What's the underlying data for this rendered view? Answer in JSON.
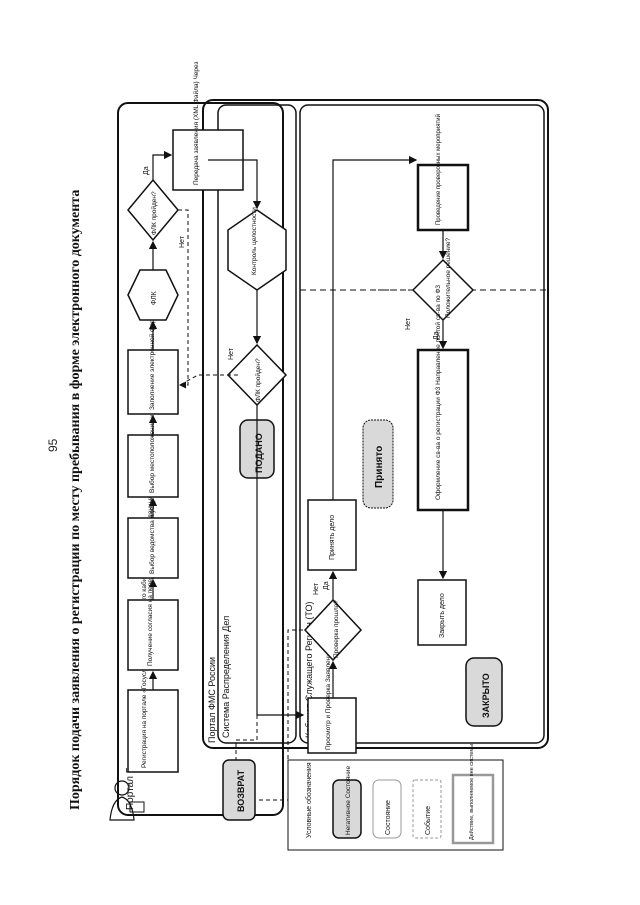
{
  "page_number": "95",
  "title": "Порядок подачи заявления о регистрации по месту пребывания в форме электронного документа",
  "lanes": {
    "gosuslugi": "Портал Госуслуг",
    "fms": "Портал ФМС России",
    "distribution": "Система Распределения Дел",
    "office": "Кабинет Служащего Регион (ТО)"
  },
  "nodes": {
    "registration": "Регистрация на портале «Госуслуги», Получение Личного кабинета, авторизация",
    "consent": "Получение согласия на передачу персональных данных",
    "choose_agency": "Выбор ведомства и услуги",
    "choose_location": "Выбор местоположения и офиса",
    "fill_form": "Заполнение электронной формы ввода",
    "flk": "ФЛК",
    "flk_passed_top": "ФЛК пройден?",
    "transfer": "Передача заявления (XML Файла) Через Web service",
    "integrity": "Контроль целостности",
    "flk_passed_fms": "ФЛК пройден?",
    "podano": "ПОДАНО",
    "review": "Просмотр и Проверка Заявления",
    "check_passed": "Проверка прошла?",
    "accept_case": "Принять дело",
    "prinyato": "Принято",
    "checks": "Проведение проверочных мероприятий",
    "positive": "Положительное решение?",
    "issue": "Оформление св-ва о регистрации Ф3 Направление почтой св-ва по Ф3",
    "close_case": "Закрыть дело",
    "zakryto": "ЗАКРЫТО",
    "vozvrat": "ВОЗВРАТ"
  },
  "edges": {
    "yes": "Да",
    "no": "Нет"
  },
  "legend": {
    "heading": "Условные обозначения",
    "negative": "Негативное Состояние",
    "state": "Состояние",
    "event": "Событие",
    "external": "Действие, выполняемое вне системы"
  },
  "colors": {
    "line": "#111111",
    "state_fill": "#d9d9d9",
    "grey_text": "#666666"
  }
}
